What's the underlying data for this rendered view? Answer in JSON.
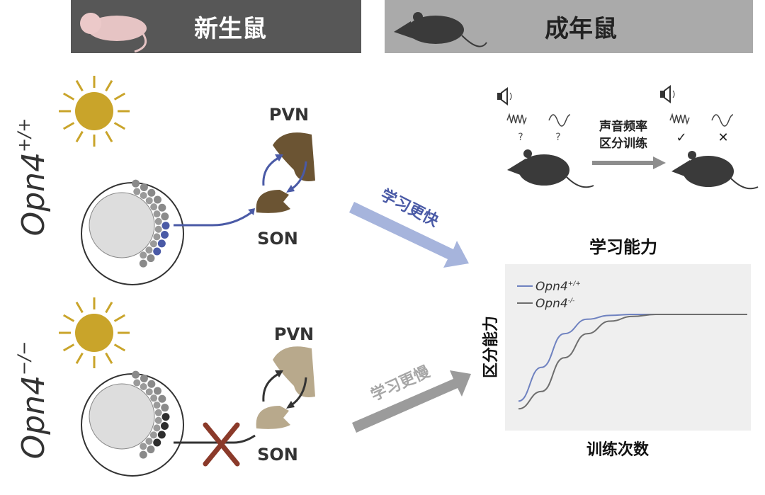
{
  "header": {
    "newborn": "新生鼠",
    "adult": "成年鼠"
  },
  "genotypes": {
    "wt": "Opn4",
    "wt_sup": "+/+",
    "ko": "Opn4",
    "ko_sup": "−/−"
  },
  "labels": {
    "pvn": "PVN",
    "son": "SON"
  },
  "arrows": {
    "faster": "学习更快",
    "slower": "学习更慢"
  },
  "training": {
    "line1": "声音频率",
    "line2": "区分训练",
    "question": "?",
    "check": "✓",
    "cross": "✕"
  },
  "colors": {
    "wt": "#6f82c0",
    "ko": "#6e6e6e",
    "sun": "#c9a42a",
    "pvn_wt": "#6b5433",
    "pvn_ko": "#b8a98c",
    "block": "#8b3a2a"
  },
  "chart_data": {
    "type": "line",
    "title": "学习能力",
    "xlabel": "训练次数",
    "ylabel": "区分能力",
    "legend_placement": "top-left",
    "x": [
      0,
      1,
      2,
      3,
      4,
      5,
      6,
      7,
      8,
      9,
      10
    ],
    "series": [
      {
        "name": "Opn4+/+",
        "name_base": "Opn4",
        "name_sup": "+/+",
        "values": [
          0.1,
          0.45,
          0.8,
          0.95,
          0.99,
          1,
          1,
          1,
          1,
          1,
          1
        ]
      },
      {
        "name": "Opn4-/-",
        "name_base": "Opn4",
        "name_sup": "-/-",
        "values": [
          0.02,
          0.2,
          0.55,
          0.8,
          0.93,
          0.98,
          1,
          1,
          1,
          1,
          1
        ]
      }
    ]
  }
}
